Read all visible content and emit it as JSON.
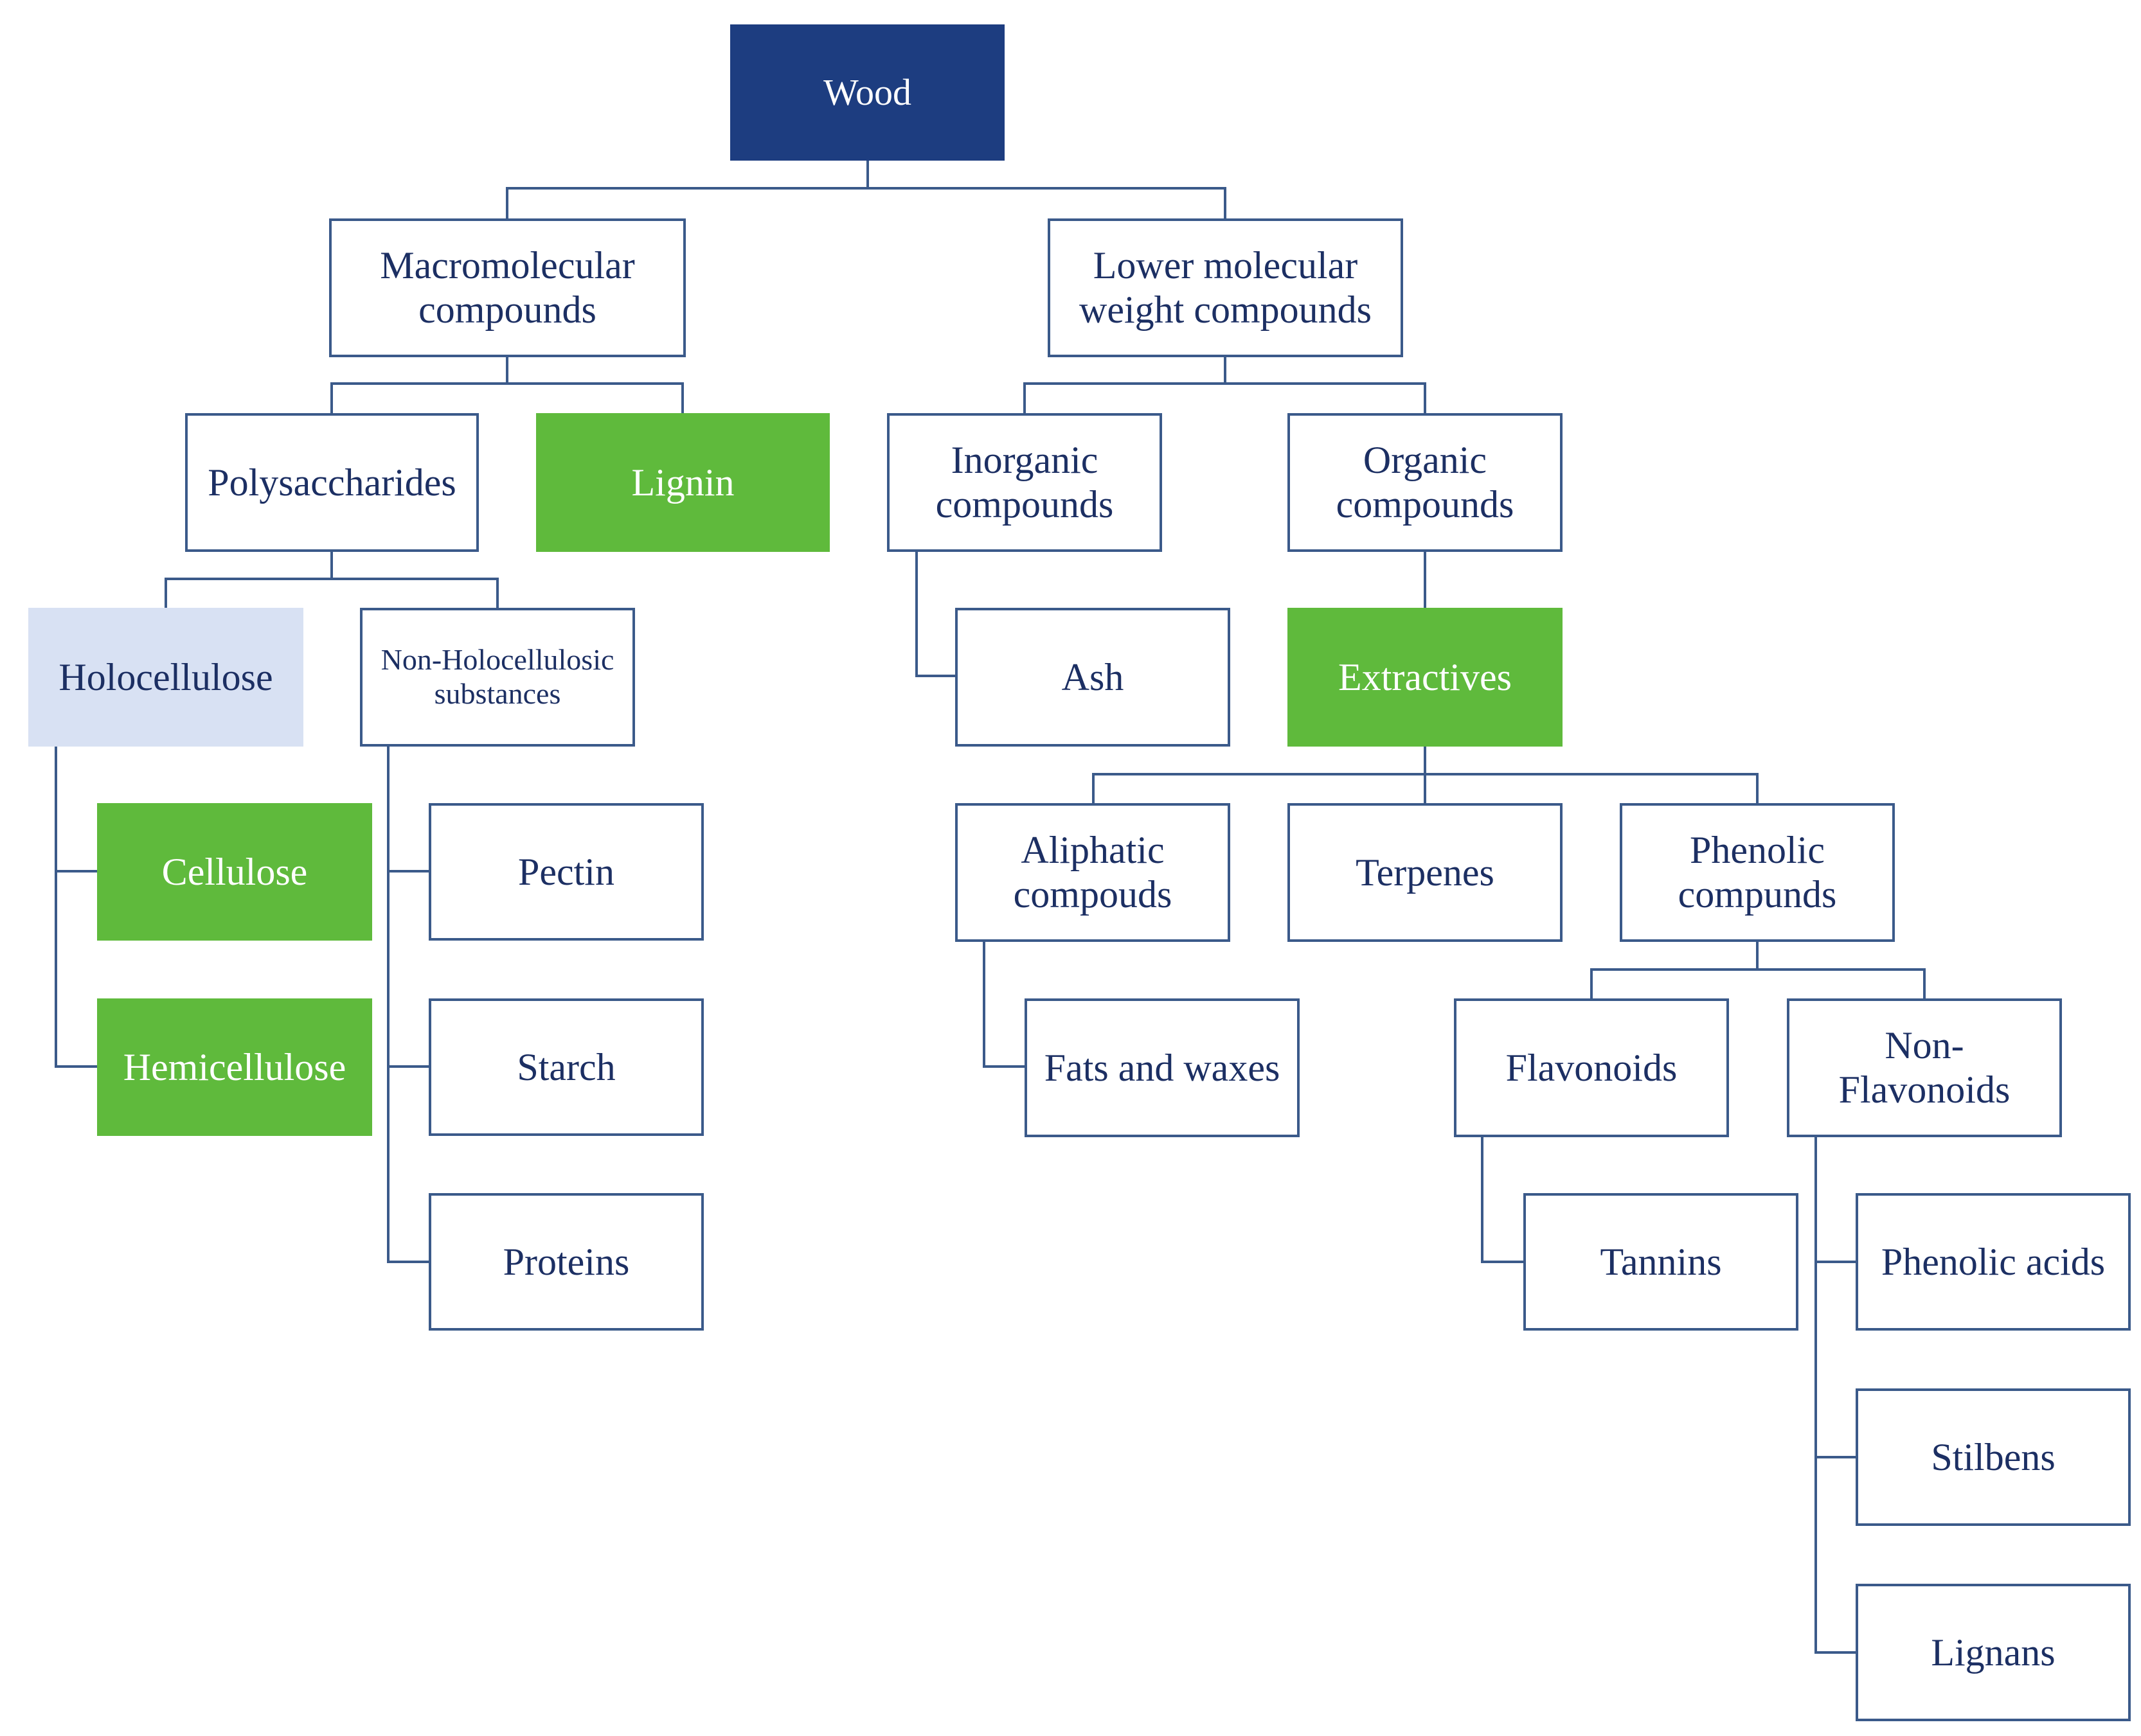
{
  "colors": {
    "root_fill": "#1d3d80",
    "highlight_fill": "#5fba3c",
    "light_fill": "#d8e1f3",
    "border": "#3b5a8a",
    "text": "#1c2f63"
  },
  "nodes": {
    "wood": "Wood",
    "macromolecular": "Macromolecular compounds",
    "lower_molecular": "Lower molecular weight compounds",
    "polysaccharides": "Polysaccharides",
    "lignin": "Lignin",
    "inorganic": "Inorganic compounds",
    "organic": "Organic compounds",
    "holocellulose": "Holocellulose",
    "non_holocellulosic": "Non-Holocellulosic substances",
    "ash": "Ash",
    "extractives": "Extractives",
    "cellulose": "Cellulose",
    "hemicellulose": "Hemicellulose",
    "pectin": "Pectin",
    "starch": "Starch",
    "proteins": "Proteins",
    "aliphatic": "Aliphatic compouds",
    "terpenes": "Terpenes",
    "phenolic": "Phenolic compunds",
    "fats_waxes": "Fats and waxes",
    "flavonoids": "Flavonoids",
    "non_flavonoids": "Non-Flavonoids",
    "tannins": "Tannins",
    "phenolic_acids": "Phenolic acids",
    "stilbens": "Stilbens",
    "lignans": "Lignans"
  }
}
